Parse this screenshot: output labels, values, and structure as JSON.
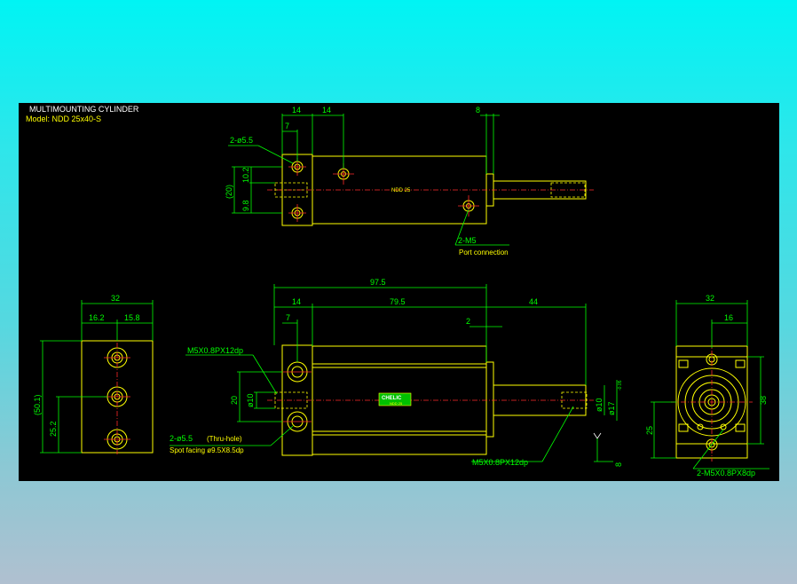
{
  "header": {
    "title": "MULTIMOUNTING CYLINDER",
    "model": "Model: NDD 25x40-S"
  },
  "top_view": {
    "dim_14a": "14",
    "dim_14b": "14",
    "dim_8": "8",
    "dim_7": "7",
    "dim_20": "(20)",
    "dim_98": "9.8",
    "dim_102": "10.2",
    "note_holes": "2-ø5.5",
    "note_port": "2-M5",
    "note_port_sub": "Port connection",
    "body_mark": "NDD 25"
  },
  "left_view": {
    "dim_32": "32",
    "dim_162": "16.2",
    "dim_158": "15.8",
    "dim_501": "(50.1)",
    "dim_252": "25.2"
  },
  "front_view": {
    "dim_975": "97.5",
    "dim_14": "14",
    "dim_795": "79.5",
    "dim_44": "44",
    "dim_7": "7",
    "dim_2": "2",
    "dim_20": "20",
    "dim_phi10_left": "ø10",
    "dim_phi10_right": "ø10",
    "dim_phi17": "ø17",
    "dim_phi17_tol": "-0.05",
    "dim_8": "8",
    "note_thread_left": "M5X0.8PX12dp",
    "note_thread_right": "M5X0.8PX12dp",
    "note_holes_line1": "2-ø5.5",
    "note_holes_line1b": "(Thru-hole)",
    "note_holes_line2": "Spot facing  ø9.5X8.5dp",
    "label_brand": "CHELIC",
    "label_model": "NDD 25"
  },
  "right_view": {
    "dim_32": "32",
    "dim_16": "16",
    "dim_38": "38",
    "dim_25": "25",
    "note_thread": "2-M5X0.8PX8dp"
  }
}
